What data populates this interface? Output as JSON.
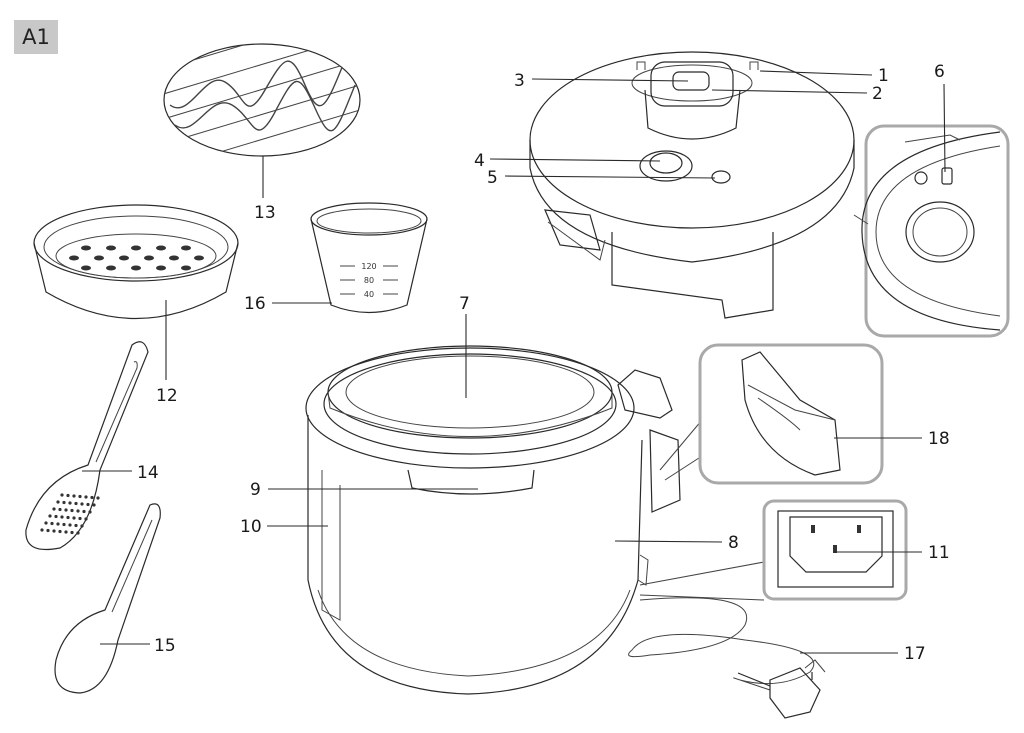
{
  "figure_tag": "A1",
  "scale_marks": [
    "120",
    "80",
    "40"
  ],
  "callouts": [
    {
      "id": "1",
      "label": "1"
    },
    {
      "id": "2",
      "label": "2"
    },
    {
      "id": "3",
      "label": "3"
    },
    {
      "id": "4",
      "label": "4"
    },
    {
      "id": "5",
      "label": "5"
    },
    {
      "id": "6",
      "label": "6"
    },
    {
      "id": "7",
      "label": "7"
    },
    {
      "id": "8",
      "label": "8"
    },
    {
      "id": "9",
      "label": "9"
    },
    {
      "id": "10",
      "label": "10"
    },
    {
      "id": "11",
      "label": "11"
    },
    {
      "id": "12",
      "label": "12"
    },
    {
      "id": "13",
      "label": "13"
    },
    {
      "id": "14",
      "label": "14"
    },
    {
      "id": "15",
      "label": "15"
    },
    {
      "id": "16",
      "label": "16"
    },
    {
      "id": "17",
      "label": "17"
    },
    {
      "id": "18",
      "label": "18"
    }
  ]
}
